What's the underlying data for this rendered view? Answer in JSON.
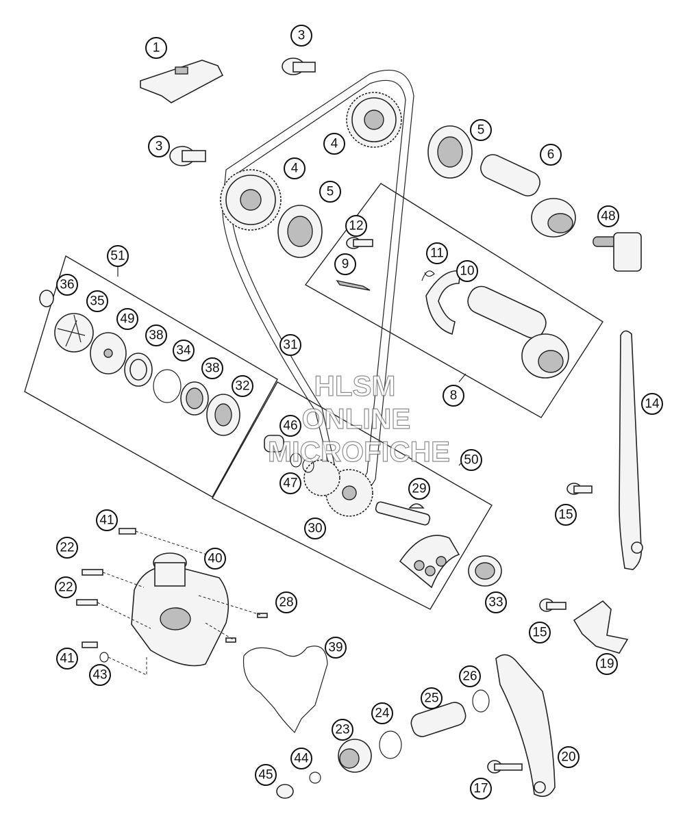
{
  "watermark": {
    "line1": "HLSM",
    "line2": "ONLINE",
    "line3": "MICROFICHE"
  },
  "callouts": [
    "1",
    "3",
    "3",
    "4",
    "4",
    "5",
    "5",
    "6",
    "48",
    "12",
    "9",
    "11",
    "10",
    "8",
    "51",
    "36",
    "35",
    "49",
    "38",
    "34",
    "38",
    "32",
    "31",
    "14",
    "46",
    "47",
    "50",
    "29",
    "30",
    "15",
    "33",
    "41",
    "40",
    "22",
    "22",
    "28",
    "15",
    "19",
    "39",
    "41",
    "43",
    "26",
    "25",
    "24",
    "23",
    "44",
    "45",
    "20",
    "17"
  ]
}
